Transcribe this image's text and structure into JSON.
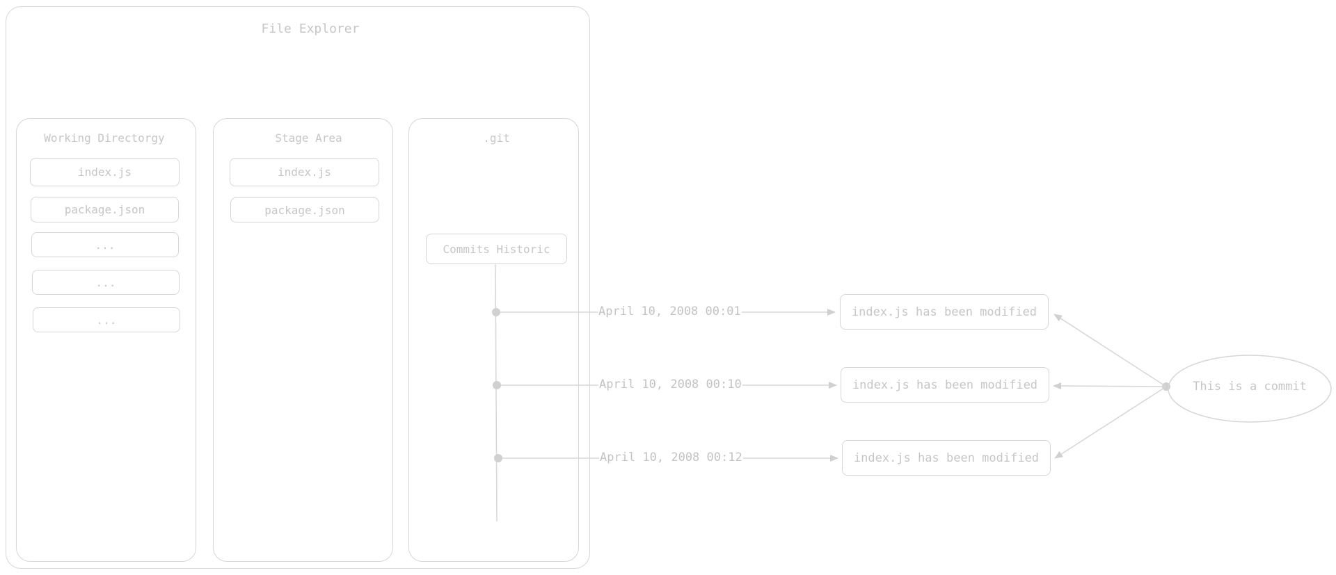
{
  "explorer": {
    "title": "File Explorer"
  },
  "working_directory": {
    "title": "Working Directorgy",
    "items": [
      "index.js",
      "package.json",
      "...",
      "...",
      "..."
    ]
  },
  "stage_area": {
    "title": "Stage Area",
    "items": [
      "index.js",
      "package.json"
    ]
  },
  "git": {
    "title": ".git",
    "history_label": "Commits Historic"
  },
  "commits": [
    {
      "timestamp": "April 10, 2008 00:01",
      "message": "index.js has been modified"
    },
    {
      "timestamp": "April 10, 2008 00:10",
      "message": "index.js has been modified"
    },
    {
      "timestamp": "April 10, 2008 00:12",
      "message": "index.js has been modified"
    }
  ],
  "commit_note": "This is a commit",
  "colors": {
    "stroke": "#d6d6d6",
    "text": "#c6c6c6",
    "dot": "#d0d0d0"
  }
}
